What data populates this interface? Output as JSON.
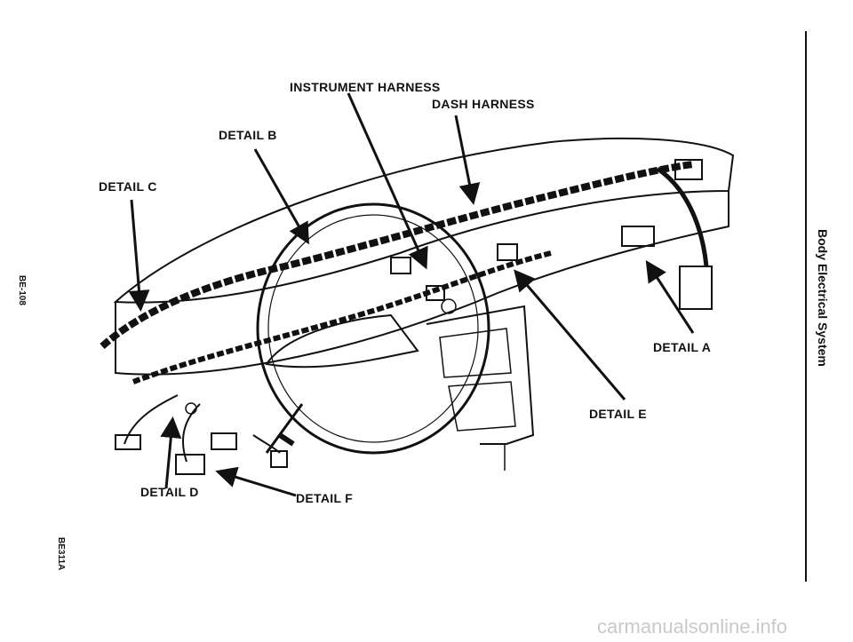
{
  "labels": {
    "instrument_harness": "INSTRUMENT HARNESS",
    "dash_harness": "DASH HARNESS",
    "detail_a": "DETAIL A",
    "detail_b": "DETAIL B",
    "detail_c": "DETAIL C",
    "detail_d": "DETAIL D",
    "detail_e": "DETAIL E",
    "detail_f": "DETAIL F"
  },
  "page_margin": {
    "section_title": "Body Electrical System",
    "page_number": "BE-108",
    "figure_id": "BE311A"
  },
  "watermark": "carmanualsonline.info"
}
